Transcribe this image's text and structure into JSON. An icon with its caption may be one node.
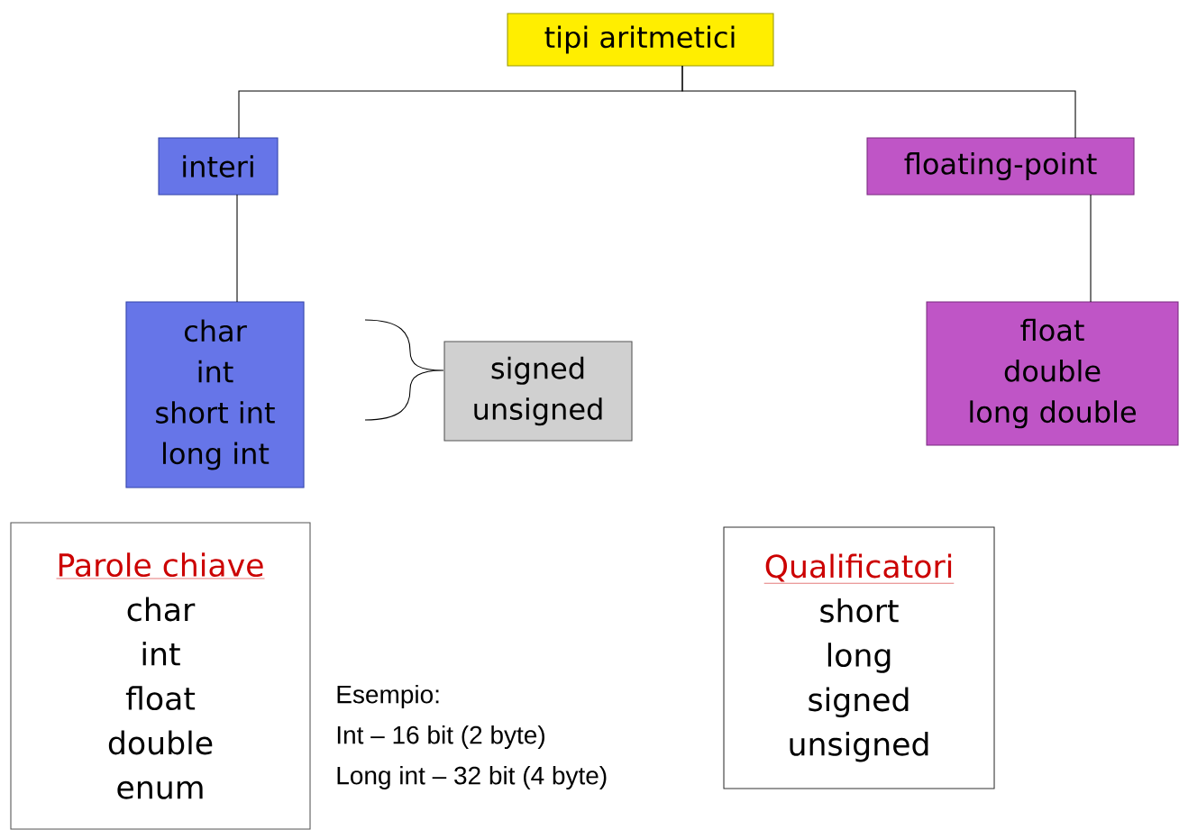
{
  "diagram": {
    "nodes": [
      {
        "text": [
          "tipi aritmetici"
        ]
      },
      {
        "text": [
          "interi"
        ]
      },
      {
        "text": [
          "floating-point"
        ]
      },
      {
        "text": [
          "char",
          "int",
          "short int",
          "long int"
        ]
      },
      {
        "text": [
          "signed",
          "unsigned"
        ]
      },
      {
        "text": [
          "float",
          "double",
          "long double"
        ]
      },
      {
        "text": [
          "Parole chiave",
          "char",
          "int",
          "float",
          "double",
          "enum"
        ]
      },
      {
        "text": [
          "Qualificatori",
          "short",
          "long",
          "signed",
          "unsigned"
        ]
      }
    ],
    "edges": [
      {
        "from": 0,
        "to": 1,
        "arrow": "none"
      },
      {
        "from": 0,
        "to": 2,
        "arrow": "none"
      },
      {
        "from": 1,
        "to": 3,
        "arrow": "none"
      },
      {
        "from": 2,
        "to": 5,
        "arrow": "none"
      }
    ],
    "labels": [
      "Esempio:",
      "Int – 16 bit (2 byte)",
      "Long int – 32 bit (4 byte)"
    ]
  }
}
